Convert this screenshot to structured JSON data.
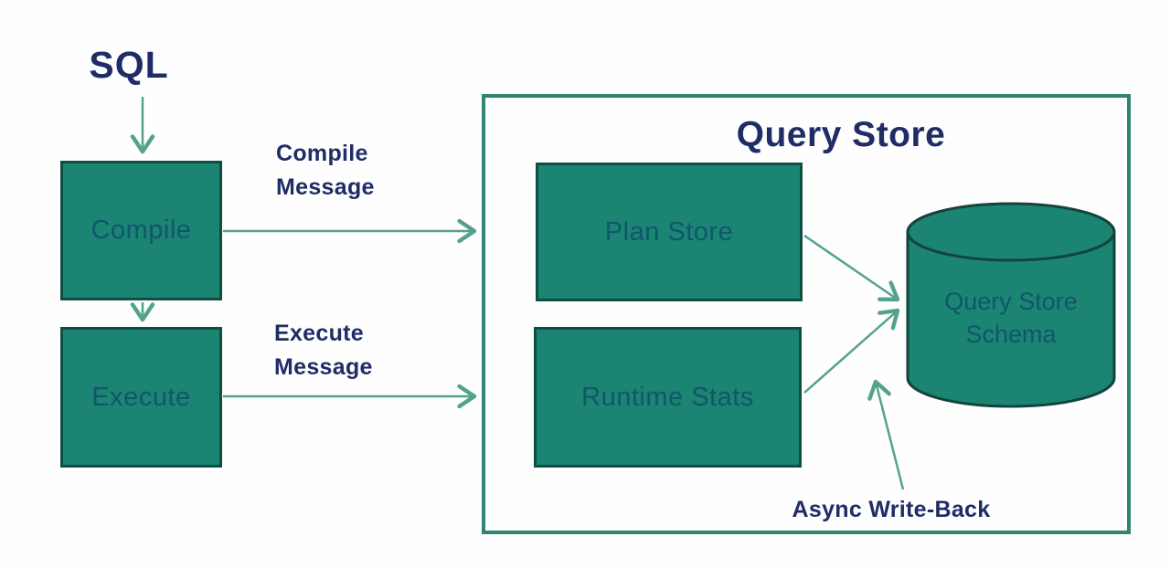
{
  "diagram": {
    "sql_label": "SQL",
    "compile_box": "Compile",
    "execute_box": "Execute",
    "compile_message": {
      "line1": "Compile",
      "line2": "Message"
    },
    "execute_message": {
      "line1": "Execute",
      "line2": "Message"
    },
    "query_store": {
      "title": "Query Store",
      "plan_store_box": "Plan Store",
      "runtime_stats_box": "Runtime Stats",
      "schema_cylinder": {
        "line1": "Query Store",
        "line2": "Schema"
      },
      "async_label": "Async Write-Back"
    }
  },
  "colors": {
    "background": "#fefefe",
    "navy_text": "#1f2c66",
    "box_fill": "#1b8472",
    "box_border": "#0e4f44",
    "box_text": "#11566b",
    "frame_border": "#2f8472",
    "cyl_border": "#12443c",
    "arrow": "#54a28d"
  }
}
